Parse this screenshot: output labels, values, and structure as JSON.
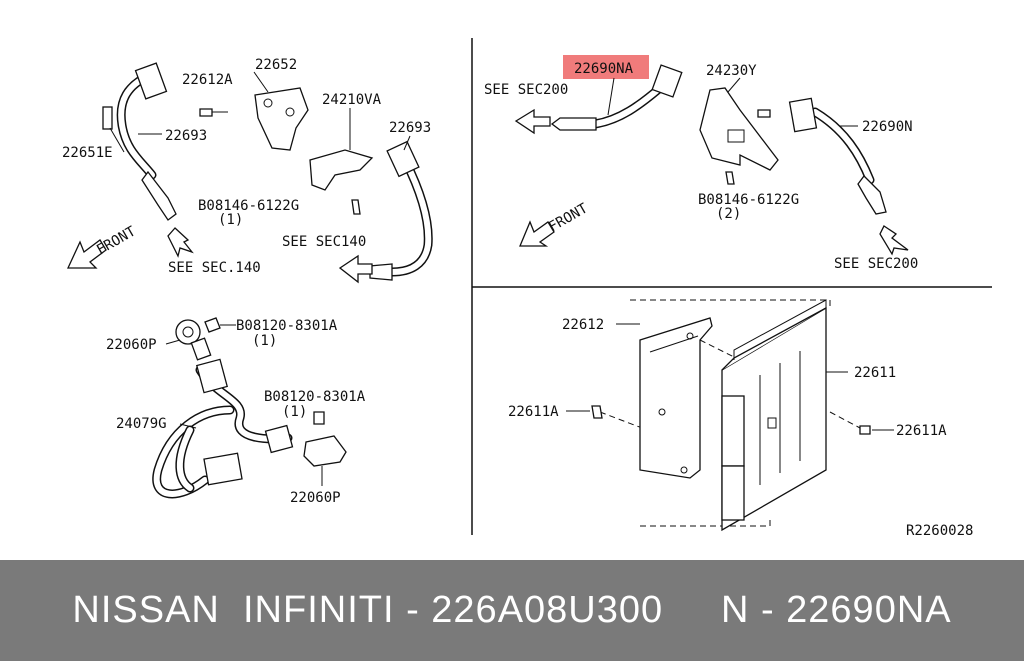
{
  "diagram": {
    "sections": {
      "top_left": {
        "part_numbers": [
          "22652",
          "22612A",
          "24210VA",
          "22693",
          "22693",
          "22651E"
        ],
        "bolt_label": "B08146-6122G",
        "bolt_qty": "(1)",
        "see_sec_1": "SEE SEC.140",
        "see_sec_2": "SEE SEC140",
        "front_label": "FRONT"
      },
      "top_right": {
        "highlighted_part": "22690NA",
        "part_numbers": [
          "24230Y",
          "22690N"
        ],
        "bolt_label": "B08146-6122G",
        "bolt_qty": "(2)",
        "see_sec_1": "SEE SEC200",
        "see_sec_2": "SEE SEC200",
        "front_label": "FRONT"
      },
      "bottom_left": {
        "part_numbers": [
          "22060P",
          "24079G",
          "22060P"
        ],
        "bolt_label_1": "B08120-8301A",
        "bolt_qty_1": "(1)",
        "bolt_label_2": "B08120-8301A",
        "bolt_qty_2": "(1)"
      },
      "bottom_right": {
        "part_numbers": [
          "22612",
          "22611",
          "22611A",
          "22611A"
        ],
        "diagram_code": "R2260028"
      }
    },
    "highlight_color": "#f07b7b"
  },
  "banner": {
    "text": "NISSAN  INFINITI - 226A08U300     N - 22690NA",
    "background": "#7a7a7a"
  }
}
